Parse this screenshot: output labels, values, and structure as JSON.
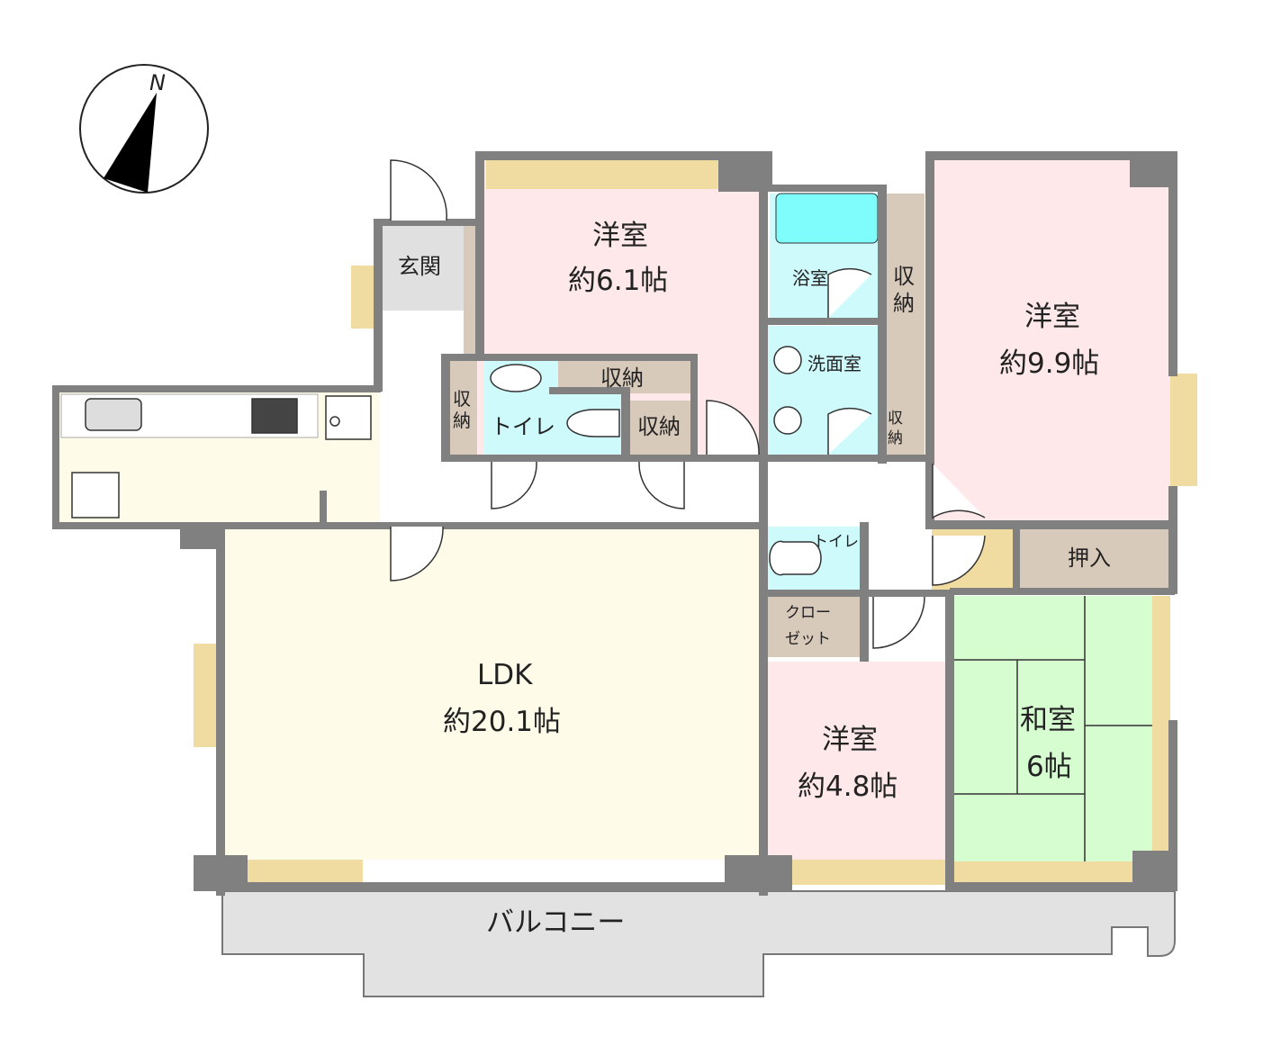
{
  "compass": {
    "label": "N"
  },
  "colors": {
    "wall": "#808080",
    "western": "#ffe8ea",
    "ldk": "#fefce8",
    "water": "#cffafb",
    "storage": "#d8cabb",
    "tatami": "#d6fdd0",
    "window_sill": "#f0dca0",
    "balcony": "#e2e2e2",
    "entrance": "#e0e0e0"
  },
  "rooms": {
    "western_a": {
      "name": "洋室",
      "size": "約6.1帖"
    },
    "western_b": {
      "name": "洋室",
      "size": "約9.9帖"
    },
    "western_c": {
      "name": "洋室",
      "size": "約4.8帖"
    },
    "ldk": {
      "name": "LDK",
      "size": "約20.1帖"
    },
    "washitsu": {
      "name": "和室",
      "size": "6帖"
    },
    "entrance": {
      "name": "玄関"
    },
    "bath": {
      "name": "浴室"
    },
    "washroom": {
      "name": "洗面室"
    },
    "toilet_main": {
      "name": "トイレ"
    },
    "toilet_small": {
      "name": "トイレ"
    },
    "closet": {
      "line1": "クロー",
      "line2": "ゼット"
    },
    "oshiire": {
      "name": "押入"
    },
    "storage_top": {
      "name": "収納"
    },
    "storage_mid": {
      "name": "収納"
    },
    "storage_v1": {
      "line1": "収",
      "line2": "納"
    },
    "storage_v2": {
      "line1": "収",
      "line2": "納"
    },
    "storage_v3": {
      "line1": "収",
      "line2": "納"
    },
    "balcony": {
      "name": "バルコニー"
    }
  }
}
